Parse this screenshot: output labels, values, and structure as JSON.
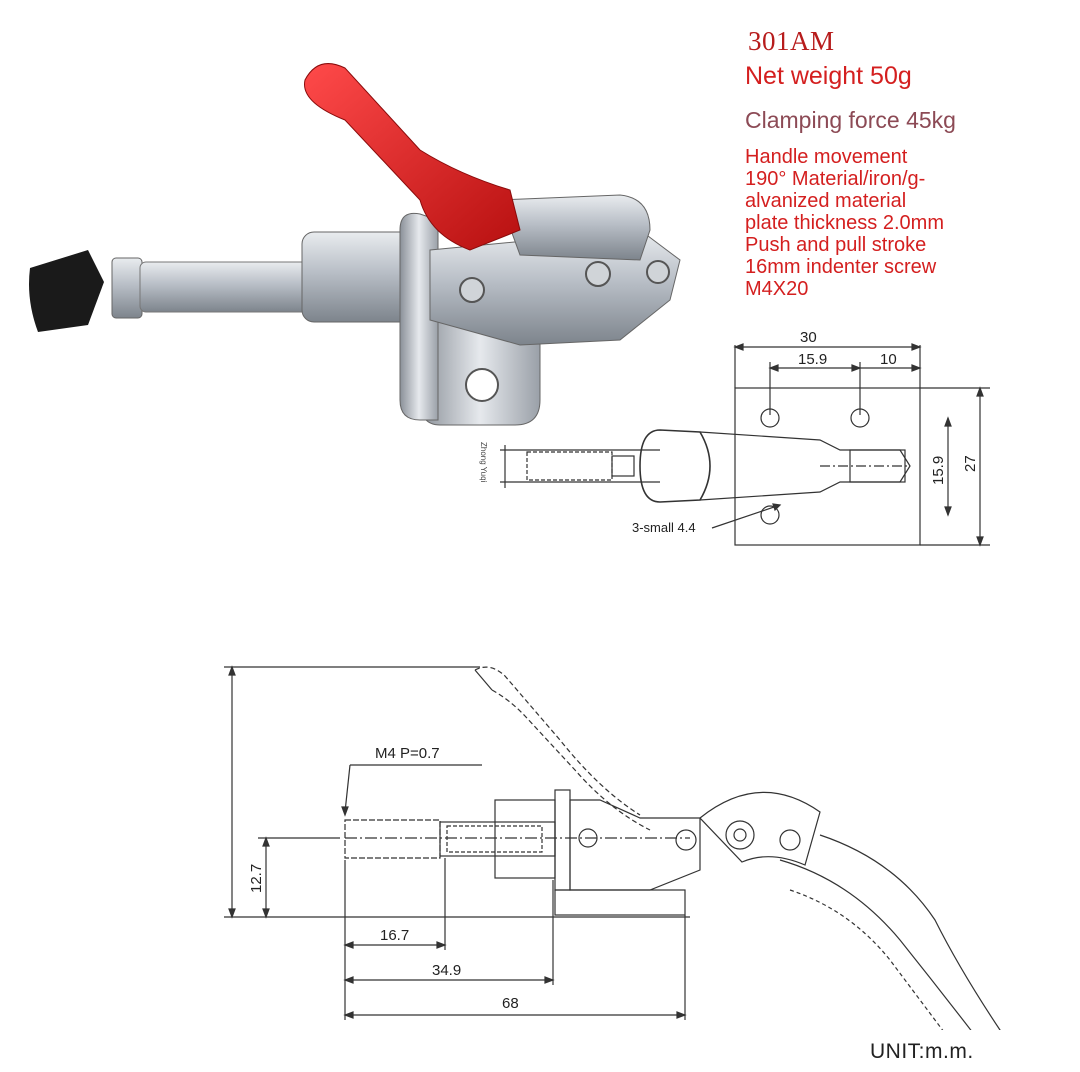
{
  "product": {
    "model": "301AM",
    "net_weight": "Net weight 50g",
    "clamping_force": "Clamping force 45kg",
    "description_lines": [
      "Handle movement",
      "190°  Material/iron/g-",
      "alvanized material",
      "plate thickness 2.0mm",
      "Push and pull stroke",
      "16mm indenter screw",
      "M4X20"
    ]
  },
  "top_drawing": {
    "dims": {
      "overall_width": "30",
      "hole_spacing": "15.9",
      "edge_offset": "10",
      "height_inner": "15.9",
      "height_overall": "27"
    },
    "hole_callout": "3-small 4.4",
    "watermark": "Zhong Yuqi"
  },
  "side_drawing": {
    "thread_callout": "M4 P=0.7",
    "dims": {
      "plunger_height": "12.7",
      "thread_length": "16.7",
      "plunger_to_base": "34.9",
      "overall_length": "68"
    }
  },
  "unit_label": "UNIT:m.m.",
  "colors": {
    "handle_red": "#d81f1f",
    "text_red": "#d41f1f",
    "metal": "#c8ccd2",
    "line": "#333333"
  }
}
